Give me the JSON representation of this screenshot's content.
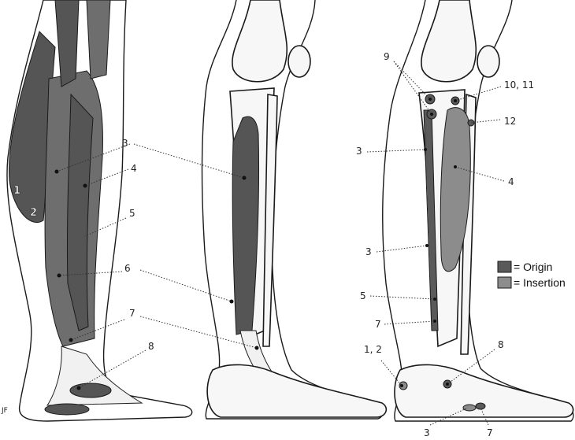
{
  "panel1": {
    "labels": {
      "l1": "1",
      "l2": "2",
      "l3": "3",
      "l4": "4",
      "l5": "5",
      "l6": "6",
      "l7": "7",
      "l8": "8",
      "sig": "JF"
    }
  },
  "panel2": {
    "labels": {
      "l3": "3",
      "l6": "6",
      "l7": "7"
    }
  },
  "panel3": {
    "labels": {
      "l9": "9",
      "l10_11": "10, 11",
      "l12": "12",
      "l3a": "3",
      "l4": "4",
      "l3b": "3",
      "l5": "5",
      "l7a": "7",
      "l1_2": "1, 2",
      "l8": "8",
      "l3c": "3",
      "l7b": "7"
    }
  },
  "legend": {
    "origin_label": "= Origin",
    "insertion_label": "= Insertion",
    "origin_color": "#5a5a5a",
    "insertion_color": "#8c8c8c"
  }
}
